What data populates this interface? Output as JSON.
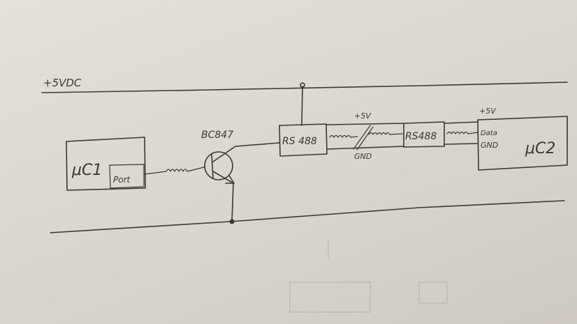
{
  "labels": {
    "supply": "+5VDC",
    "transistor": "BC847",
    "mc1": "μC1",
    "port": "Port",
    "rs485_left": "RS 488",
    "rs485_right": "RS488",
    "bus_plus5v": "+5V",
    "bus_gnd": "GND",
    "mc2_plus5v": "+5V",
    "mc2_data": "Data",
    "mc2_gnd": "GND",
    "mc2": "μC2"
  },
  "colors": {
    "ink": "#3a3835",
    "paper": "#e4e1da"
  }
}
